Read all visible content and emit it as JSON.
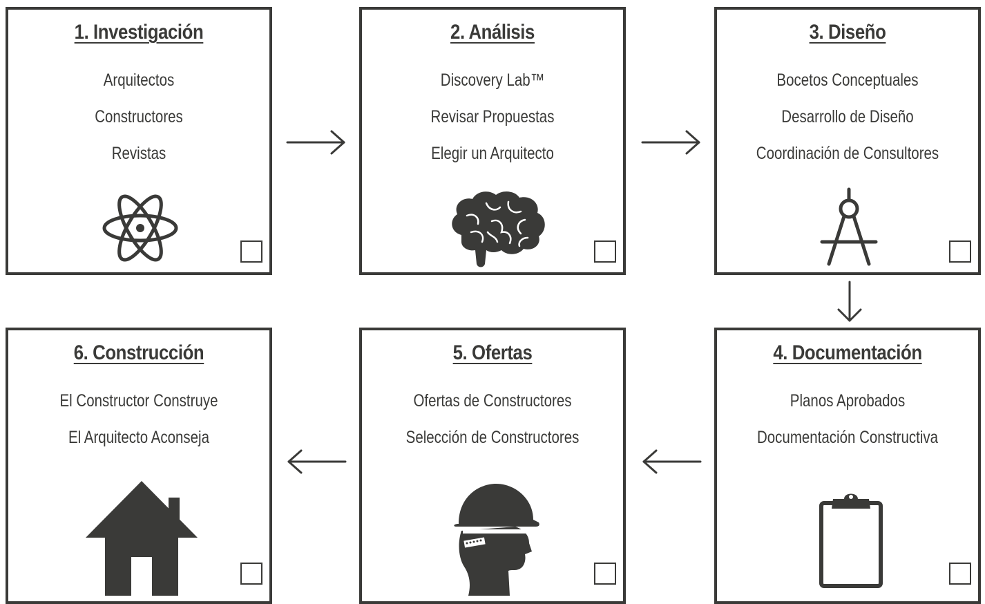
{
  "steps": [
    {
      "title": "1. Investigación",
      "items": [
        "Arquitectos",
        "Constructores",
        "Revistas"
      ],
      "icon": "atom-icon"
    },
    {
      "title": "2. Análisis",
      "items": [
        "Discovery Lab™",
        "Revisar Propuestas",
        "Elegir un Arquitecto"
      ],
      "icon": "brain-icon"
    },
    {
      "title": "3. Diseño",
      "items": [
        "Bocetos Conceptuales",
        "Desarrollo de Diseño",
        "Coordinación de Consultores"
      ],
      "icon": "drafting-compass-icon"
    },
    {
      "title": "4. Documentación",
      "items": [
        "Planos Aprobados",
        "Documentación Constructiva"
      ],
      "icon": "clipboard-icon"
    },
    {
      "title": "5. Ofertas",
      "items": [
        "Ofertas de Constructores",
        "Selección de Constructores"
      ],
      "icon": "hard-hat-worker-icon"
    },
    {
      "title": "6. Construcción",
      "items": [
        "El Constructor Construye",
        "El Arquitecto Aconseja"
      ],
      "icon": "house-icon"
    }
  ],
  "colors": {
    "ink": "#3a3a38",
    "background": "#ffffff"
  }
}
